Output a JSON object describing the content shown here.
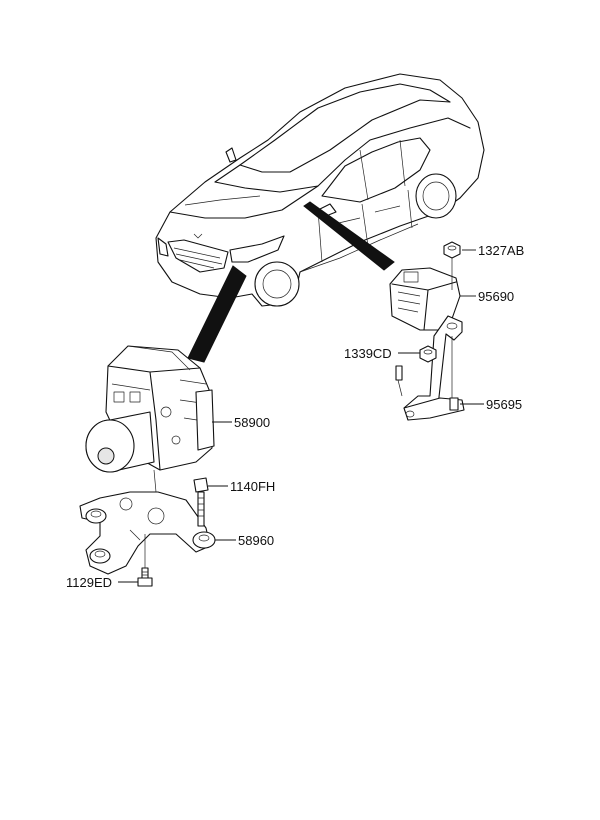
{
  "parts": [
    {
      "id": "1327AB",
      "label": "1327AB"
    },
    {
      "id": "95690",
      "label": "95690"
    },
    {
      "id": "1339CD",
      "label": "1339CD"
    },
    {
      "id": "95695",
      "label": "95695"
    },
    {
      "id": "58900",
      "label": "58900"
    },
    {
      "id": "1140FH",
      "label": "1140FH"
    },
    {
      "id": "58960",
      "label": "58960"
    },
    {
      "id": "1129ED",
      "label": "1129ED"
    }
  ],
  "icons": {
    "vehicle": "sedan-car-illustration",
    "abs_unit": "abs-hydraulic-modulator",
    "abs_bracket": "abs-mounting-bracket",
    "sensor": "yaw-rate-sensor",
    "sensor_bracket": "sensor-bracket",
    "fasteners": [
      "nut-icon",
      "bolt-icon"
    ]
  },
  "colors": {
    "line": "#111111",
    "background": "#ffffff"
  }
}
